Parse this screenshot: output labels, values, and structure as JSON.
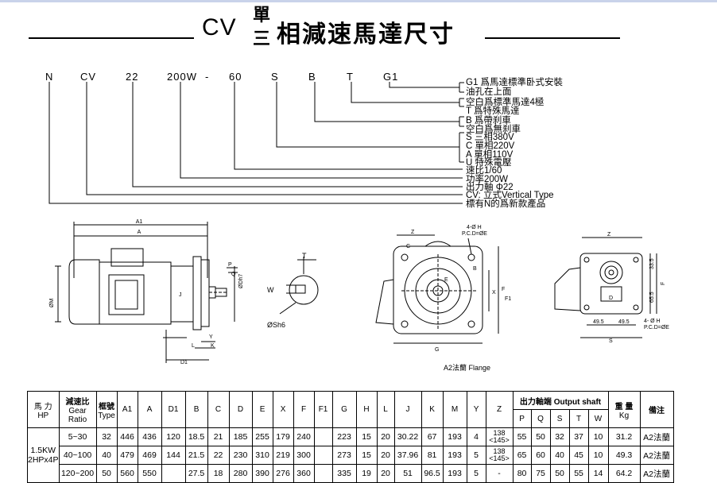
{
  "title": {
    "prefix": "CV",
    "stack_top": "單",
    "stack_bottom": "三",
    "rest": "相減速馬達尺寸"
  },
  "model_code": [
    "N",
    "CV",
    "22",
    "200W",
    "-",
    "60",
    "S",
    "B",
    "T",
    "G1"
  ],
  "descriptions": [
    "G1 爲馬達標準卧式安裝",
    "油孔在上面",
    "空白爲標準馬達4極",
    "T 爲特殊馬達",
    "B  爲帶刹車",
    "空白爲無刹車",
    "S  三相380V",
    "C  單相220V",
    "A  單相110V",
    "U  特殊電壓",
    "速比1/60",
    "功率200W",
    "出力軸 Φ22",
    "CV: 立式Vertical Type",
    "標有N的爲新款產品"
  ],
  "drawing_labels": {
    "side": {
      "a1": "A1",
      "a": "A",
      "d1": "D1",
      "l": "L",
      "k": "K",
      "y": "Y",
      "j": "J",
      "p": "P",
      "q": "Q",
      "dh7": "ØDh7",
      "m": "ØM"
    },
    "shaft": {
      "t": "T",
      "w": "W",
      "sh6": "ØSh6"
    },
    "flange": {
      "z": "Z",
      "c": "C",
      "holes": "4-Ø H",
      "pcd": "P.C.D=ØE",
      "b": "B",
      "e": "E",
      "x": "X",
      "f": "F",
      "f1": "F1",
      "g": "G"
    },
    "foot": {
      "z": "Z",
      "d33": "33.5",
      "d65": "65.5",
      "d": "D",
      "f": "F",
      "w1": "49.5",
      "w2": "49.5",
      "s": "S",
      "holes": "4- Ø H",
      "pcd": "P.C.D=ØE"
    }
  },
  "caption": "A2法蘭  Flange",
  "table": {
    "headers": {
      "hp": "馬  力",
      "hp_en": "HP",
      "ratio": "減速比",
      "ratio_en1": "Gear",
      "ratio_en2": "Ratio",
      "type": "框號",
      "type_en": "Type",
      "cols": [
        "A1",
        "A",
        "D1",
        "B",
        "C",
        "D",
        "E",
        "X",
        "F",
        "F1",
        "G",
        "H",
        "L",
        "J",
        "K",
        "M",
        "Y",
        "Z"
      ],
      "output": "出力軸端 Output shaft",
      "output_cols": [
        "P",
        "Q",
        "S",
        "T",
        "W"
      ],
      "weight": "重  量",
      "weight_unit": "Kg",
      "note": "備注"
    },
    "hp_value1": "1.5KW",
    "hp_value2": "2HPx4P",
    "rows": [
      {
        "ratio": "5~30",
        "type": "32",
        "vals": [
          "446",
          "436",
          "120",
          "18.5",
          "21",
          "185",
          "255",
          "179",
          "240",
          "",
          "223",
          "15",
          "20",
          "30.22",
          "67",
          "193",
          "4"
        ],
        "z1": "138",
        "z2": "<145>",
        "out": [
          "55",
          "50",
          "32",
          "37",
          "10"
        ],
        "weight": "31.2",
        "note": "A2法蘭"
      },
      {
        "ratio": "40~100",
        "type": "40",
        "vals": [
          "479",
          "469",
          "144",
          "21.5",
          "22",
          "230",
          "310",
          "219",
          "300",
          "",
          "273",
          "15",
          "20",
          "37.96",
          "81",
          "193",
          "5"
        ],
        "z1": "138",
        "z2": "<145>",
        "out": [
          "65",
          "60",
          "40",
          "45",
          "10"
        ],
        "weight": "49.3",
        "note": "A2法蘭"
      },
      {
        "ratio": "120~200",
        "type": "50",
        "vals": [
          "560",
          "550",
          "",
          "27.5",
          "18",
          "280",
          "390",
          "276",
          "360",
          "",
          "335",
          "19",
          "20",
          "51",
          "96.5",
          "193",
          "5"
        ],
        "z1": "-",
        "z2": "",
        "out": [
          "80",
          "75",
          "50",
          "55",
          "14"
        ],
        "weight": "64.2",
        "note": "A2法蘭"
      }
    ]
  }
}
